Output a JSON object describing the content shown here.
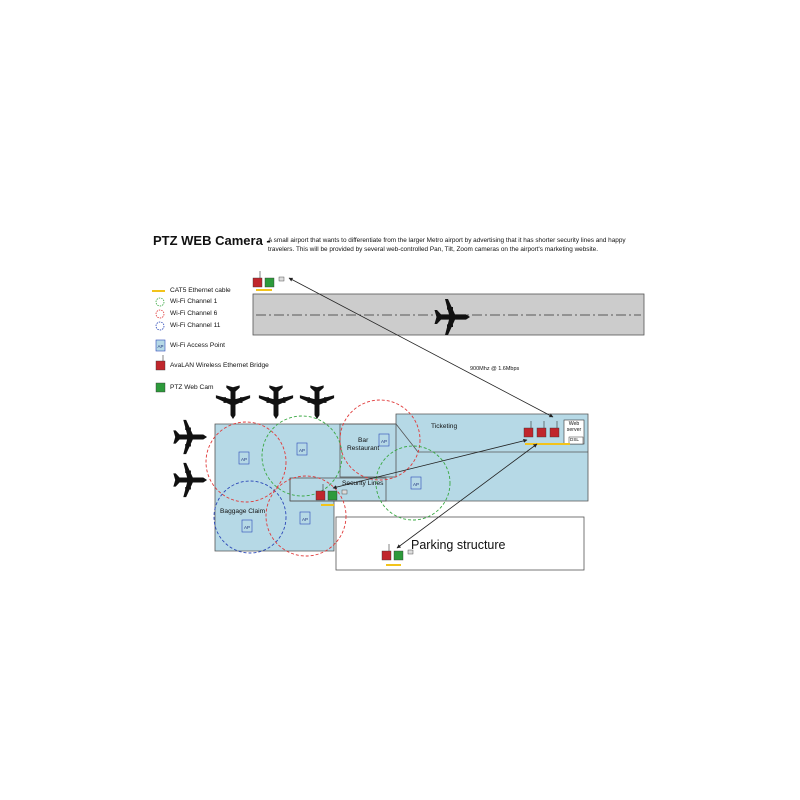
{
  "header": {
    "title": "PTZ WEB Camera -",
    "description": "A small airport that wants to differentiate from the larger Metro airport by advertising that it has shorter security lines and happy travelers. This will be  provided by several web-controlled Pan, Tilt, Zoom cameras on the airport's marketing website."
  },
  "legend": {
    "cable": "CAT5 Ethernet cable",
    "ch1": "Wi-Fi Channel 1",
    "ch6": "Wi-Fi Channel 6",
    "ch11": "Wi-Fi Channel 11",
    "ap": "Wi-Fi Access Point",
    "bridge": "AvaLAN Wireless Ethernet Bridge",
    "cam": "PTZ Web Cam"
  },
  "labels": {
    "link": "900Mhz @ 1.6Mbps",
    "ticketing": "Ticketing",
    "bar_restaurant": "Bar\nRestaurant",
    "security": "Security Lines",
    "baggage": "Baggage Claim",
    "parking": "Parking structure",
    "webserver": "Web\nserver",
    "dsl": "DSL",
    "ap_badge": "AP"
  },
  "colors": {
    "terminal": "#b6d9e6",
    "runway": "#cccccc",
    "cable": "#f2c31b",
    "ch1": "#3aa843",
    "ch6": "#e03a3a",
    "ch11": "#2c49b8",
    "bridge": "#c0262c",
    "cam": "#2d9a3b"
  }
}
